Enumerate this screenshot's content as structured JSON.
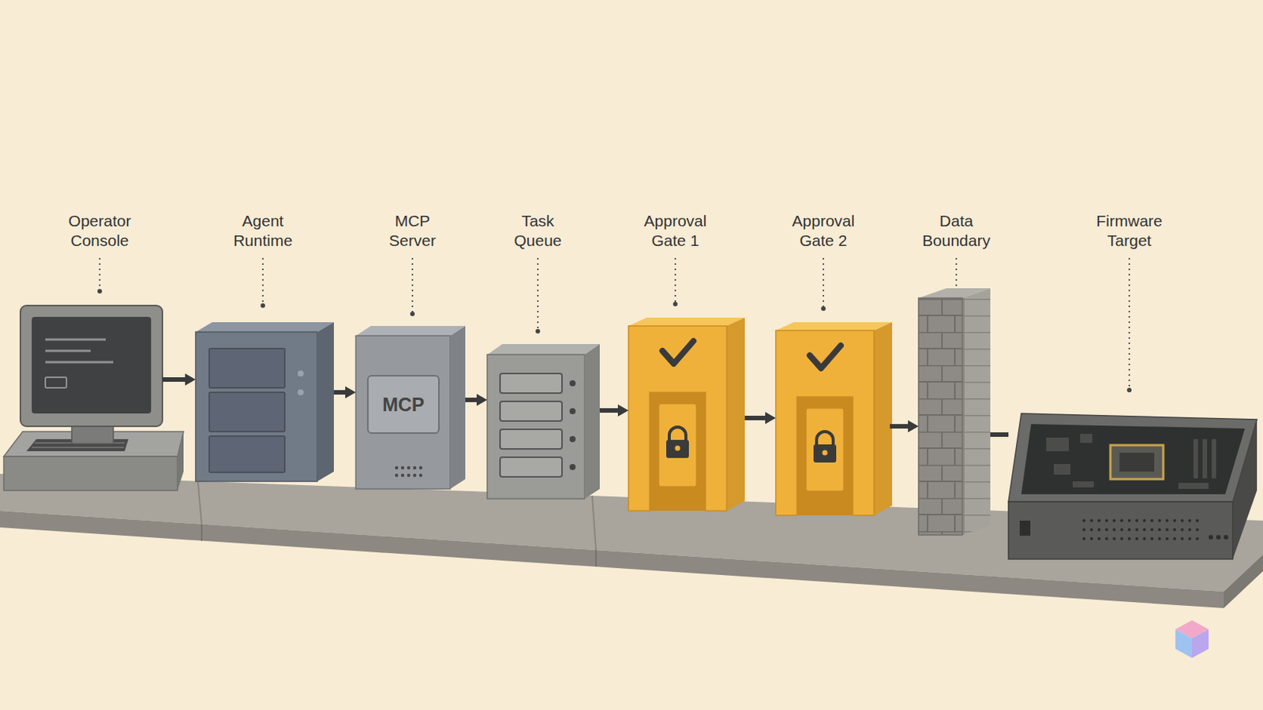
{
  "diagram": {
    "nodes": [
      {
        "text": [
          "Operator Console"
        ]
      },
      {
        "text": [
          "Agent Runtime"
        ]
      },
      {
        "text": [
          "MCP Server"
        ]
      },
      {
        "text": [
          "Task Queue"
        ]
      },
      {
        "text": [
          "Approval Gate 1"
        ]
      },
      {
        "text": [
          "Approval Gate 2"
        ]
      },
      {
        "text": [
          "Data Boundary"
        ]
      },
      {
        "text": [
          "Firmware Target"
        ]
      }
    ],
    "edges": [
      {
        "from": 0,
        "to": 1,
        "arrow": "to"
      },
      {
        "from": 1,
        "to": 2,
        "arrow": "to"
      },
      {
        "from": 2,
        "to": 3,
        "arrow": "to"
      },
      {
        "from": 3,
        "to": 4,
        "arrow": "to"
      },
      {
        "from": 4,
        "to": 5,
        "arrow": "to"
      },
      {
        "from": 5,
        "to": 6,
        "arrow": "to"
      },
      {
        "from": 6,
        "to": 7,
        "arrow": "none"
      }
    ],
    "labels": [
      "MCP"
    ]
  }
}
